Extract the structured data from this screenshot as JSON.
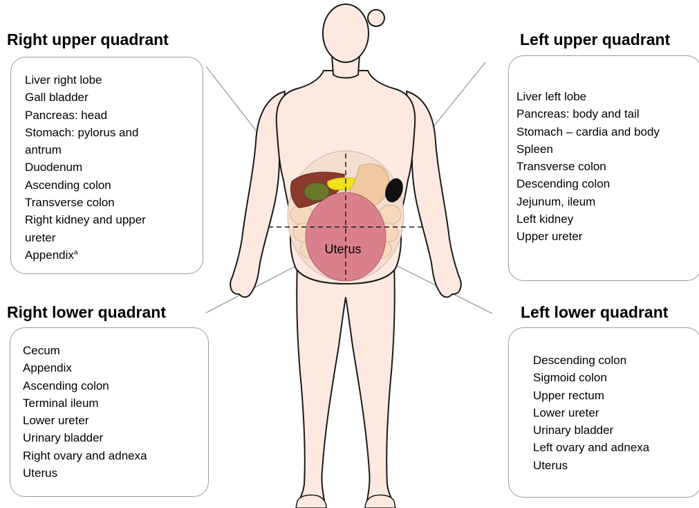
{
  "quadrants": {
    "right_upper": {
      "title": "Right upper quadrant",
      "items": [
        "Liver right lobe",
        "Gall bladder",
        "Pancreas: head",
        "Stomach: pylorus and",
        "antrum",
        "Duodenum",
        "Ascending colon",
        "Transverse colon",
        "Right kidney and upper",
        "ureter",
        "Appendix"
      ],
      "footnote_marker": "a"
    },
    "left_upper": {
      "title": "Left upper quadrant",
      "items": [
        "Liver left lobe",
        "Pancreas: body and tail",
        "Stomach – cardia and body",
        "Spleen",
        "Transverse colon",
        "Descending colon",
        "Jejunum, ileum",
        "Left kidney",
        "Upper ureter"
      ]
    },
    "right_lower": {
      "title": "Right lower quadrant",
      "items": [
        "Cecum",
        "Appendix",
        "Ascending colon",
        "Terminal ileum",
        "Lower ureter",
        "Urinary bladder",
        "Right ovary and adnexa",
        "Uterus"
      ]
    },
    "left_lower": {
      "title": "Left lower quadrant",
      "items": [
        "Descending colon",
        "Sigmoid colon",
        "Upper rectum",
        "Lower ureter",
        "Urinary bladder",
        "Left ovary and adnexa",
        "Uterus"
      ]
    }
  },
  "figure": {
    "uterus_label": "Uterus",
    "colors": {
      "skin": "#fce9df",
      "outline": "#1a1a1a",
      "uterus": "#d9808c",
      "liver": "#8b3a2c",
      "gall_bladder": "#6b7a2a",
      "pancreas": "#f2e21a",
      "stomach": "#f0c9a0",
      "spleen": "#111111",
      "intestine": "#f6d8bd",
      "leader_line": "#9a9a9a",
      "box_border": "#9a9a9a"
    }
  }
}
